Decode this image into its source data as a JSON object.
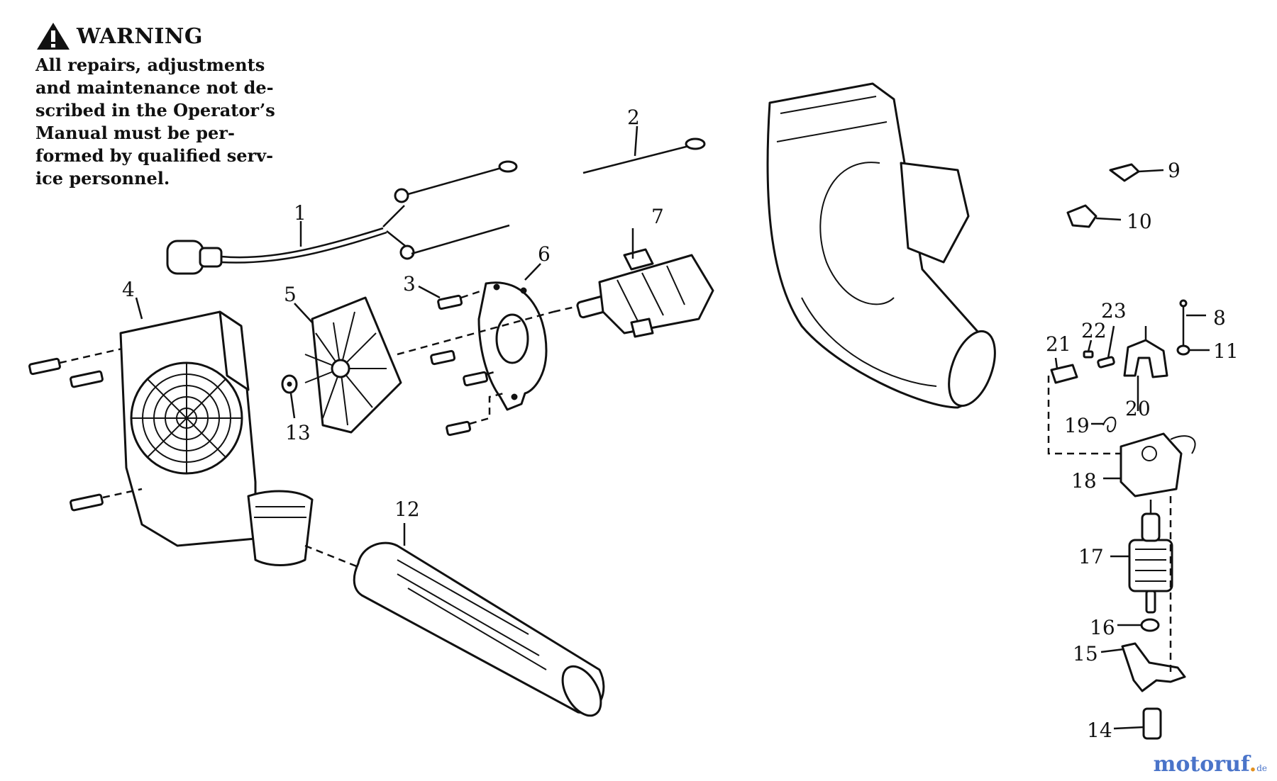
{
  "warning": {
    "title": "WARNING",
    "lines": [
      "All repairs, adjustments",
      "and maintenance not de-",
      "scribed in the Operator’s",
      "Manual must be per-",
      "formed by qualified serv-",
      "ice personnel."
    ]
  },
  "callouts": [
    "1",
    "2",
    "3",
    "4",
    "5",
    "6",
    "7",
    "8",
    "9",
    "10",
    "11",
    "12",
    "13",
    "14",
    "15",
    "16",
    "17",
    "18",
    "19",
    "20",
    "21",
    "22",
    "23"
  ],
  "watermark": {
    "main": "motoruf",
    "dot": ".",
    "tld": "de"
  },
  "colors": {
    "brand": "#4a74c9",
    "brand_dot": "#e4911e",
    "ink": "#111111"
  }
}
